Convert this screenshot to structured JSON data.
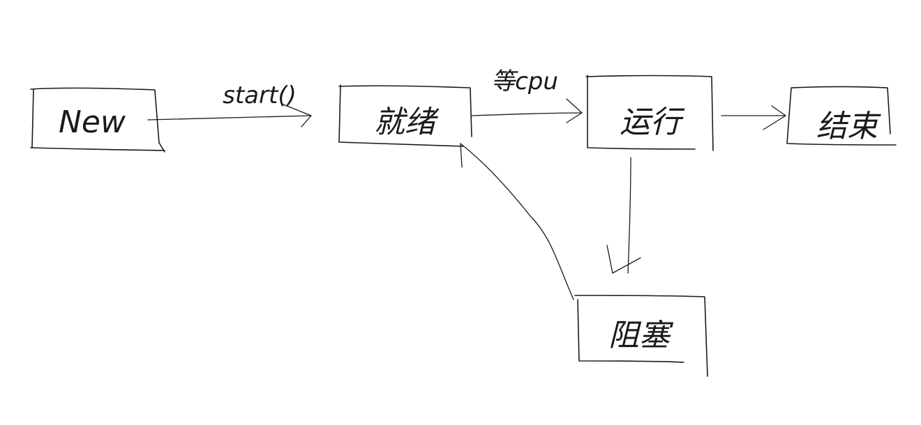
{
  "diagram": {
    "nodes": [
      {
        "id": "new",
        "label": "New"
      },
      {
        "id": "ready",
        "label": "就绪"
      },
      {
        "id": "running",
        "label": "运行"
      },
      {
        "id": "end",
        "label": "结束"
      },
      {
        "id": "blocked",
        "label": "阻塞"
      }
    ],
    "edges": [
      {
        "from": "new",
        "to": "ready",
        "label": "start()"
      },
      {
        "from": "ready",
        "to": "running",
        "label": "等cpu"
      },
      {
        "from": "running",
        "to": "end",
        "label": ""
      },
      {
        "from": "running",
        "to": "blocked",
        "label": ""
      },
      {
        "from": "blocked",
        "to": "ready",
        "label": ""
      }
    ]
  },
  "colors": {
    "ink": "#1a1a1a",
    "background": "#ffffff"
  }
}
